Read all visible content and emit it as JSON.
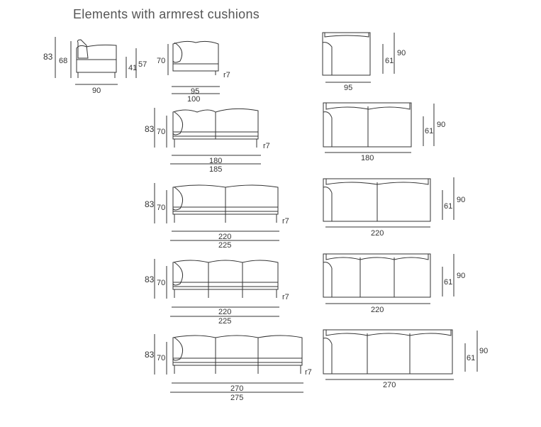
{
  "heading": "Elements with armrest cushions",
  "colors": {
    "line": "#333333",
    "text": "#4a4a4a"
  },
  "row1": {
    "left": {
      "height_total": "83",
      "height_back": "68",
      "seat_h": "41",
      "arm_h": "57",
      "width": "90"
    },
    "middle": {
      "h": "70",
      "w_inner": "95",
      "w_outer": "100",
      "radius": "r7"
    },
    "top": {
      "d_seat": "61",
      "d_total": "90",
      "width": "95"
    }
  },
  "rows": [
    {
      "h_total": "83",
      "h_back": "70",
      "w_inner": "180",
      "w_outer": "185",
      "radius": "r7",
      "d_seat": "61",
      "d_total": "90",
      "plan_width": "180"
    },
    {
      "h_total": "83",
      "h_back": "70",
      "w_inner": "220",
      "w_outer": "225",
      "radius": "r7",
      "d_seat": "61",
      "d_total": "90",
      "plan_width": "220"
    },
    {
      "h_total": "83",
      "h_back": "70",
      "w_inner": "220",
      "w_outer": "225",
      "radius": "r7",
      "d_seat": "61",
      "d_total": "90",
      "plan_width": "220"
    },
    {
      "h_total": "83",
      "h_back": "70",
      "w_inner": "270",
      "w_outer": "275",
      "radius": "r7",
      "d_seat": "61",
      "d_total": "90",
      "plan_width": "270"
    }
  ]
}
